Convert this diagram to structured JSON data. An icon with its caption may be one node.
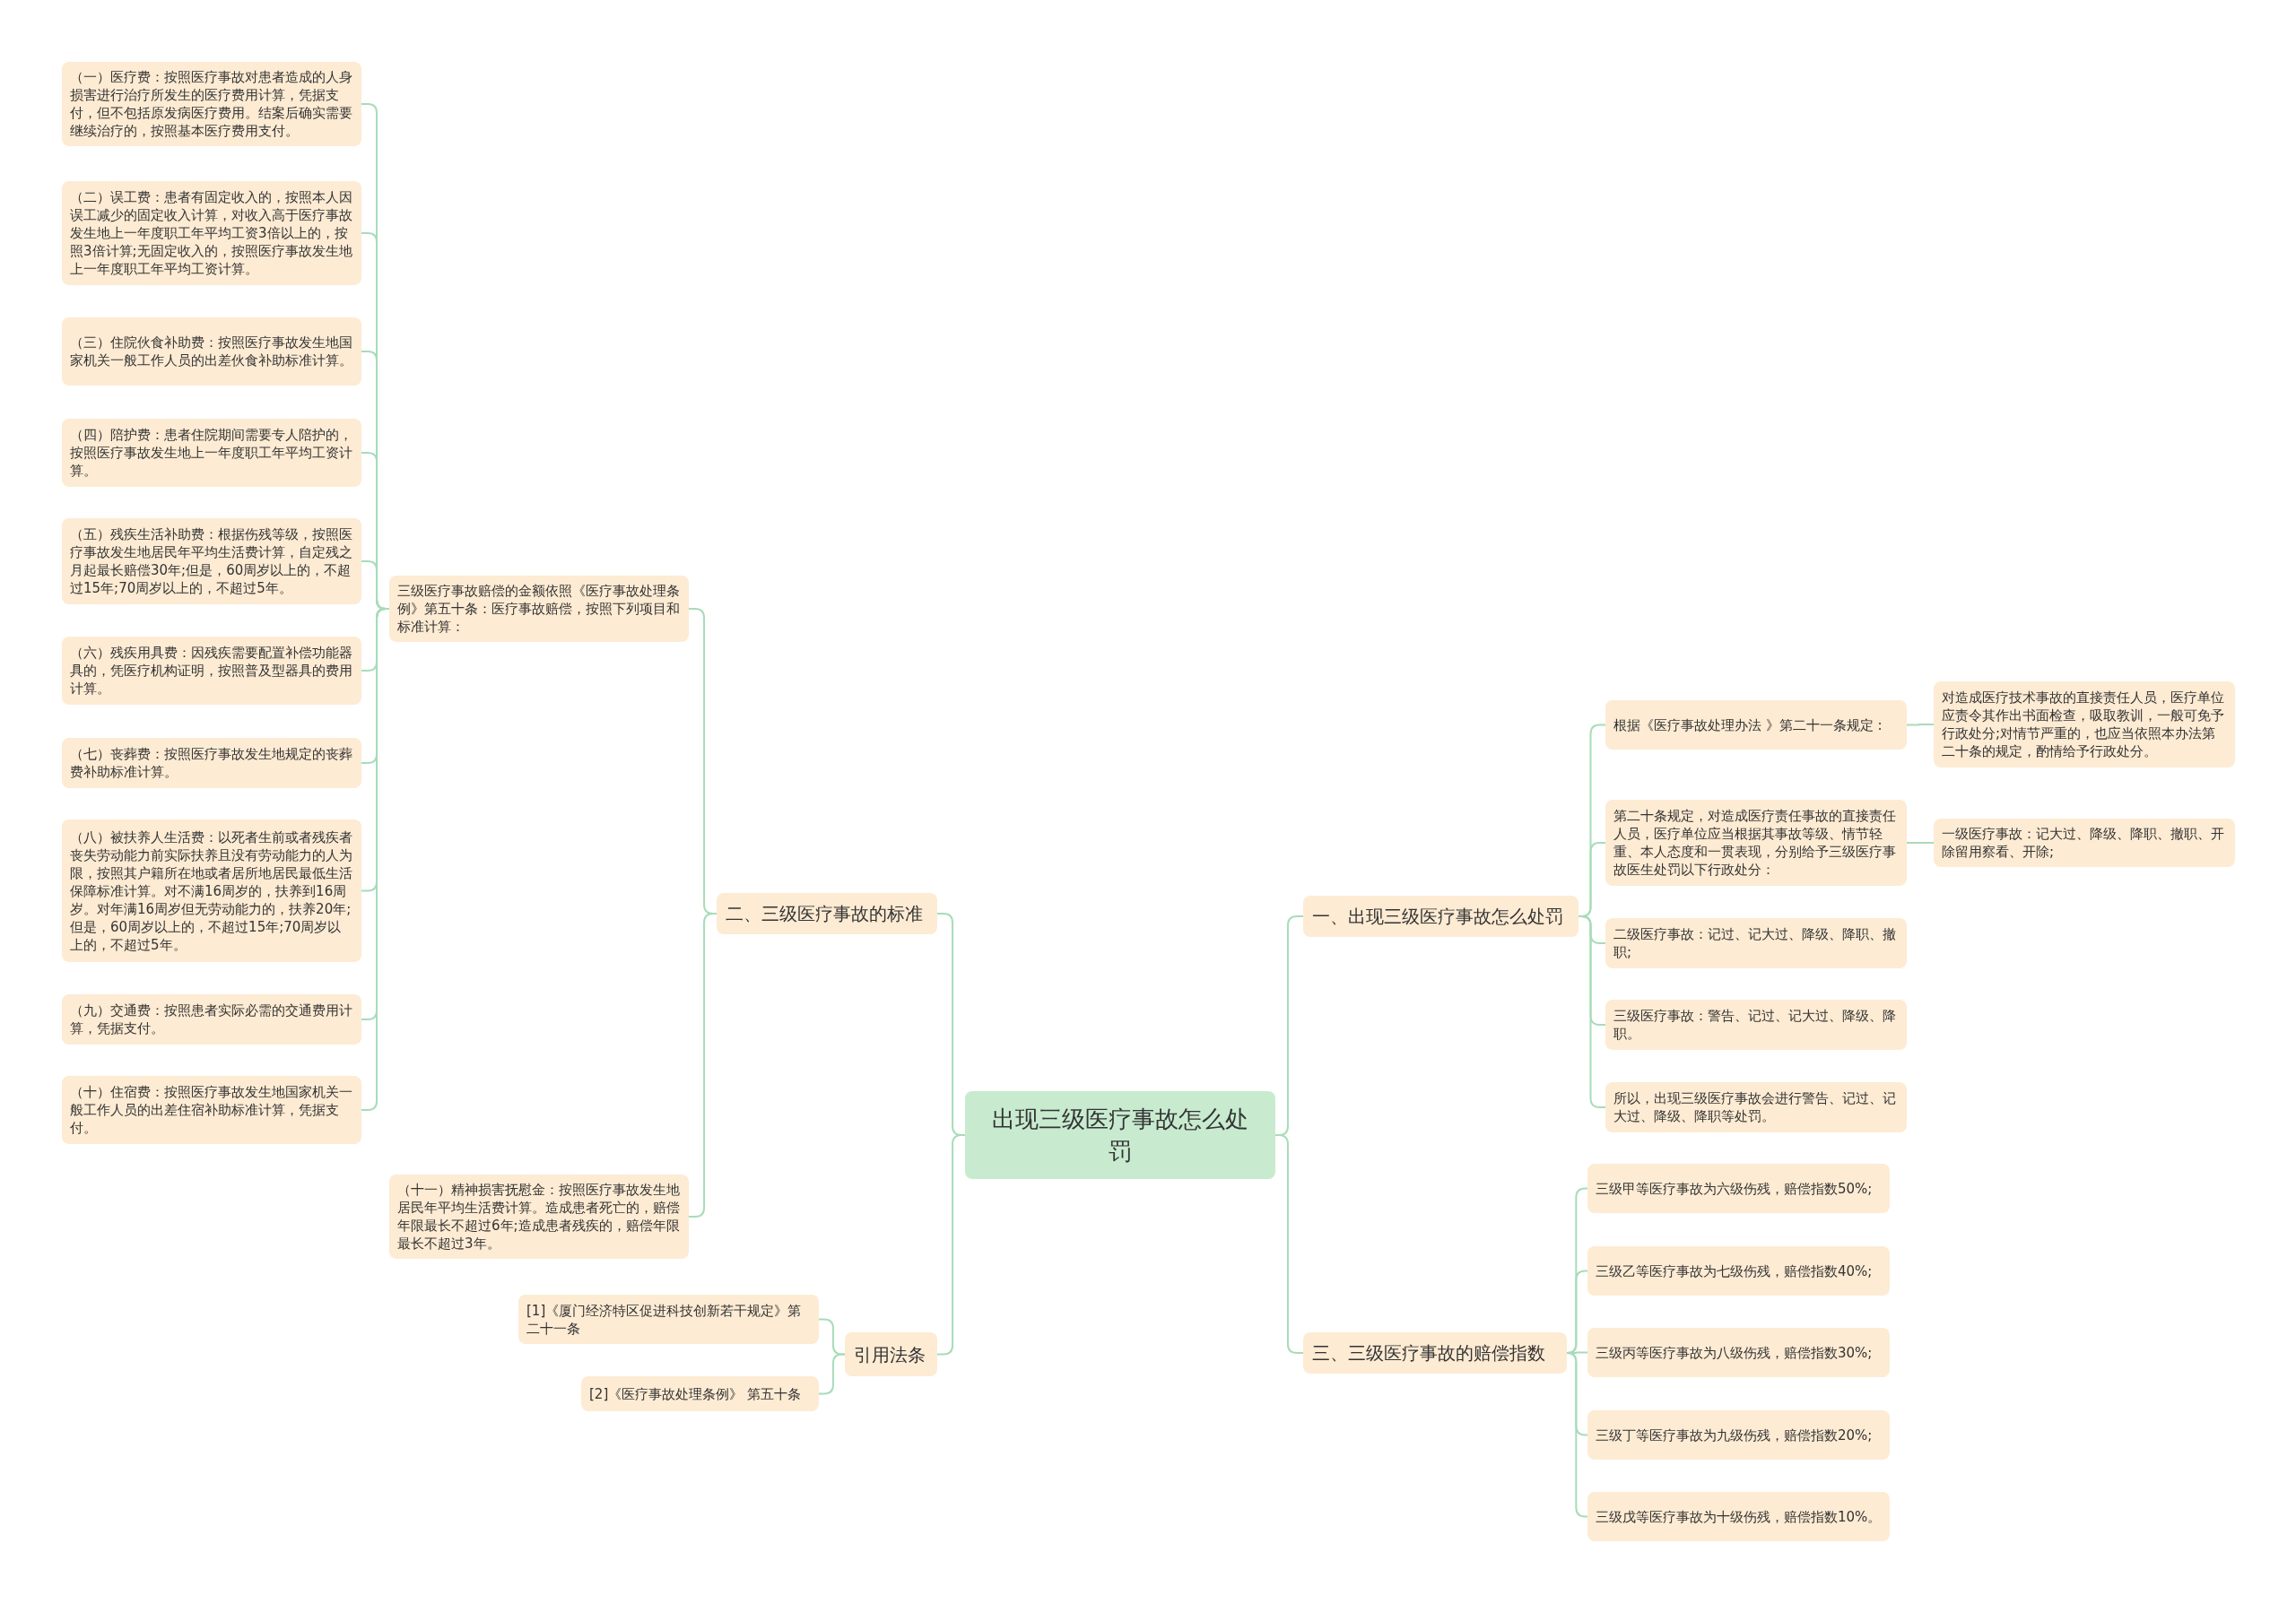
{
  "diagram": {
    "nodes": [
      {
        "text": [
          "出现三级医疗事故怎么处罚"
        ]
      },
      {
        "text": [
          "一、出现三级医疗事故怎么处罚"
        ]
      },
      {
        "text": [
          "根据《医疗事故处理办法 》第二十一条规定 :"
        ]
      },
      {
        "text": [
          "对造成医疗技术事故的直接责任人员，医疗单位应责令其作出书面检查，吸取教训，一般可免予行政处分;对情节严重的，也应当依照本办法第二十条的规定，酌情给予行政处分。"
        ]
      },
      {
        "text": [
          "第二十条规定，对造成医疗责任事故的直接责任人员，医疗单位应当根据其事故等级、情节轻重、本人态度和一贯表现，分别给予三级医疗事故医生处罚以下行政处分："
        ]
      },
      {
        "text": [
          "一级医疗事故：记大过、降级、降职、撤职、开除留用察看、开除;"
        ]
      },
      {
        "text": [
          "二级医疗事故：记过、记大过、降级、降职、撤职;"
        ]
      },
      {
        "text": [
          "三级医疗事故：警告、记过、记大过、降级、降职。"
        ]
      },
      {
        "text": [
          "所以，出现三级医疗事故会进行警告、记过、记大过、降级、降职等处罚。"
        ]
      },
      {
        "text": [
          "三、三级医疗事故的赔偿指数"
        ]
      },
      {
        "text": [
          "三级甲等医疗事故为六级伤残，赔偿指数50%;"
        ]
      },
      {
        "text": [
          "三级乙等医疗事故为七级伤残，赔偿指数40%;"
        ]
      },
      {
        "text": [
          "三级丙等医疗事故为八级伤残，赔偿指数30%;"
        ]
      },
      {
        "text": [
          "三级丁等医疗事故为九级伤残，赔偿指数20%;"
        ]
      },
      {
        "text": [
          "三级戊等医疗事故为十级伤残，赔偿指数10%。"
        ]
      },
      {
        "text": [
          "二、三级医疗事故的标准"
        ]
      },
      {
        "text": [
          "三级医疗事故赔偿的金额依照《医疗事故处理条例》第五十条：医疗事故赔偿，按照下列项目和标准计算："
        ]
      },
      {
        "text": [
          "（一）医疗费：按照医疗事故对患者造成的人身损害进行治疗所发生的医疗费用计算，凭据支付，但不包括原发病医疗费用。结案后确实需要继续治疗的，按照基本医疗费用支付。"
        ]
      },
      {
        "text": [
          "（二）误工费：患者有固定收入的，按照本人因误工减少的固定收入计算，对收入高于医疗事故发生地上一年度职工年平均工资3倍以上的，按照3倍计算;无固定收入的，按照医疗事故发生地上一年度职工年平均工资计算。"
        ]
      },
      {
        "text": [
          "（三）住院伙食补助费：按照医疗事故发生地国家机关一般工作人员的出差伙食补助标准计算。"
        ]
      },
      {
        "text": [
          "（四）陪护费：患者住院期间需要专人陪护的，按照医疗事故发生地上一年度职工年平均工资计算。"
        ]
      },
      {
        "text": [
          "（五）残疾生活补助费：根据伤残等级，按照医疗事故发生地居民年平均生活费计算，自定残之月起最长赔偿30年;但是，60周岁以上的，不超过15年;70周岁以上的，不超过5年。"
        ]
      },
      {
        "text": [
          "（六）残疾用具费：因残疾需要配置补偿功能器具的，凭医疗机构证明，按照普及型器具的费用计算。"
        ]
      },
      {
        "text": [
          "（七）丧葬费：按照医疗事故发生地规定的丧葬费补助标准计算。"
        ]
      },
      {
        "text": [
          "（八）被扶养人生活费：以死者生前或者残疾者丧失劳动能力前实际扶养且没有劳动能力的人为限，按照其户籍所在地或者居所地居民最低生活保障标准计算。对不满16周岁的，扶养到16周岁。对年满16周岁但无劳动能力的，扶养20年;但是，60周岁以上的，不超过15年;70周岁以上的，不超过5年。"
        ]
      },
      {
        "text": [
          "（九）交通费：按照患者实际必需的交通费用计算，凭据支付。"
        ]
      },
      {
        "text": [
          "（十）住宿费：按照医疗事故发生地国家机关一般工作人员的出差住宿补助标准计算，凭据支付。"
        ]
      },
      {
        "text": [
          "（十一）精神损害抚慰金：按照医疗事故发生地居民年平均生活费计算。造成患者死亡的，赔偿年限最长不超过6年;造成患者残疾的，赔偿年限最长不超过3年。"
        ]
      },
      {
        "text": [
          "引用法条"
        ]
      },
      {
        "text": [
          "[1]《厦门经济特区促进科技创新若干规定》第二十一条"
        ]
      },
      {
        "text": [
          "[2]《医疗事故处理条例》 第五十条"
        ]
      }
    ],
    "edges": [
      {
        "from": 0,
        "to": 1,
        "arrow": "none"
      },
      {
        "from": 0,
        "to": 9,
        "arrow": "none"
      },
      {
        "from": 0,
        "to": 15,
        "arrow": "none"
      },
      {
        "from": 0,
        "to": 28,
        "arrow": "none"
      },
      {
        "from": 1,
        "to": 2,
        "arrow": "none"
      },
      {
        "from": 1,
        "to": 4,
        "arrow": "none"
      },
      {
        "from": 1,
        "to": 6,
        "arrow": "none"
      },
      {
        "from": 1,
        "to": 7,
        "arrow": "none"
      },
      {
        "from": 1,
        "to": 8,
        "arrow": "none"
      },
      {
        "from": 2,
        "to": 3,
        "arrow": "none"
      },
      {
        "from": 4,
        "to": 5,
        "arrow": "none"
      },
      {
        "from": 9,
        "to": 10,
        "arrow": "none"
      },
      {
        "from": 9,
        "to": 11,
        "arrow": "none"
      },
      {
        "from": 9,
        "to": 12,
        "arrow": "none"
      },
      {
        "from": 9,
        "to": 13,
        "arrow": "none"
      },
      {
        "from": 9,
        "to": 14,
        "arrow": "none"
      },
      {
        "from": 15,
        "to": 16,
        "arrow": "none"
      },
      {
        "from": 15,
        "to": 27,
        "arrow": "none"
      },
      {
        "from": 16,
        "to": 17,
        "arrow": "none"
      },
      {
        "from": 16,
        "to": 18,
        "arrow": "none"
      },
      {
        "from": 16,
        "to": 19,
        "arrow": "none"
      },
      {
        "from": 16,
        "to": 20,
        "arrow": "none"
      },
      {
        "from": 16,
        "to": 21,
        "arrow": "none"
      },
      {
        "from": 16,
        "to": 22,
        "arrow": "none"
      },
      {
        "from": 16,
        "to": 23,
        "arrow": "none"
      },
      {
        "from": 16,
        "to": 24,
        "arrow": "none"
      },
      {
        "from": 16,
        "to": 25,
        "arrow": "none"
      },
      {
        "from": 16,
        "to": 26,
        "arrow": "none"
      },
      {
        "from": 28,
        "to": 29,
        "arrow": "none"
      },
      {
        "from": 28,
        "to": 30,
        "arrow": "none"
      }
    ]
  }
}
